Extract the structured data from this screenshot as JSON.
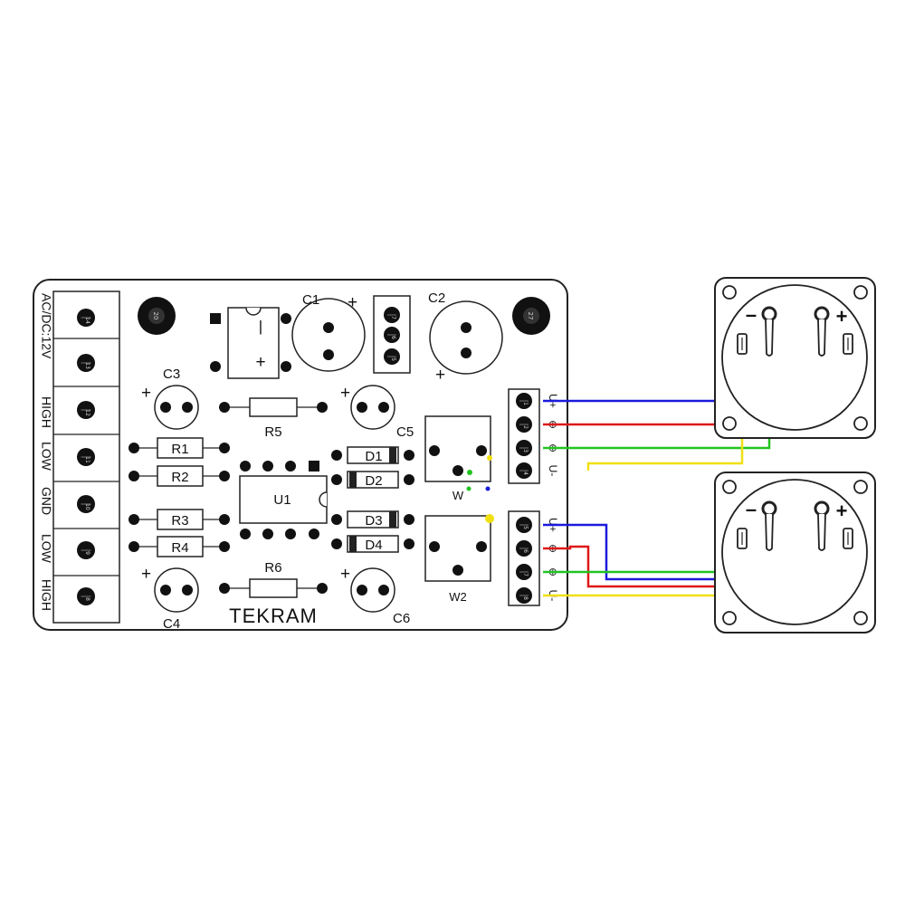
{
  "board": {
    "brand": "TEKRAM",
    "input_labels": [
      "AC/DC:12V",
      "HIGH",
      "LOW",
      "GND",
      "LOW",
      "HIGH"
    ],
    "input_terminal_numbers": [
      "14",
      "13",
      "12",
      "11",
      "10",
      "9",
      "8"
    ],
    "capacitors": {
      "c1": "C1",
      "c2": "C2",
      "c3": "C3",
      "c4": "C4",
      "c5": "C5",
      "c6": "C6"
    },
    "resistors": {
      "r1": "R1",
      "r2": "R2",
      "r3": "R3",
      "r4": "R4",
      "r5": "R5",
      "r6": "R6"
    },
    "diodes": {
      "d1": "D1",
      "d2": "D2",
      "d3": "D3",
      "d4": "D4"
    },
    "ic": "U1",
    "trimmers": {
      "w1": "W",
      "w2": "W2"
    },
    "mount_holes": [
      "20",
      "27"
    ],
    "pin_header_numbers": [
      "7",
      "6",
      "5"
    ],
    "reg_marks": {
      "minus": "|",
      "plus": "+"
    },
    "polarity_plus": "+",
    "output_numbers": [
      "1",
      "2",
      "3",
      "4",
      "5",
      "6",
      "7",
      "8"
    ],
    "output_labels_top": [
      "U+",
      "⊕",
      "⊖",
      "U-"
    ],
    "output_labels_bottom": [
      "U+",
      "⊕",
      "⊖",
      "U-"
    ]
  },
  "meters": {
    "minus_sign": "–",
    "plus_sign": "+"
  },
  "colors": {
    "blue": "#1a1adc",
    "red": "#e01818",
    "green": "#22c422",
    "yellow": "#f0e010"
  }
}
